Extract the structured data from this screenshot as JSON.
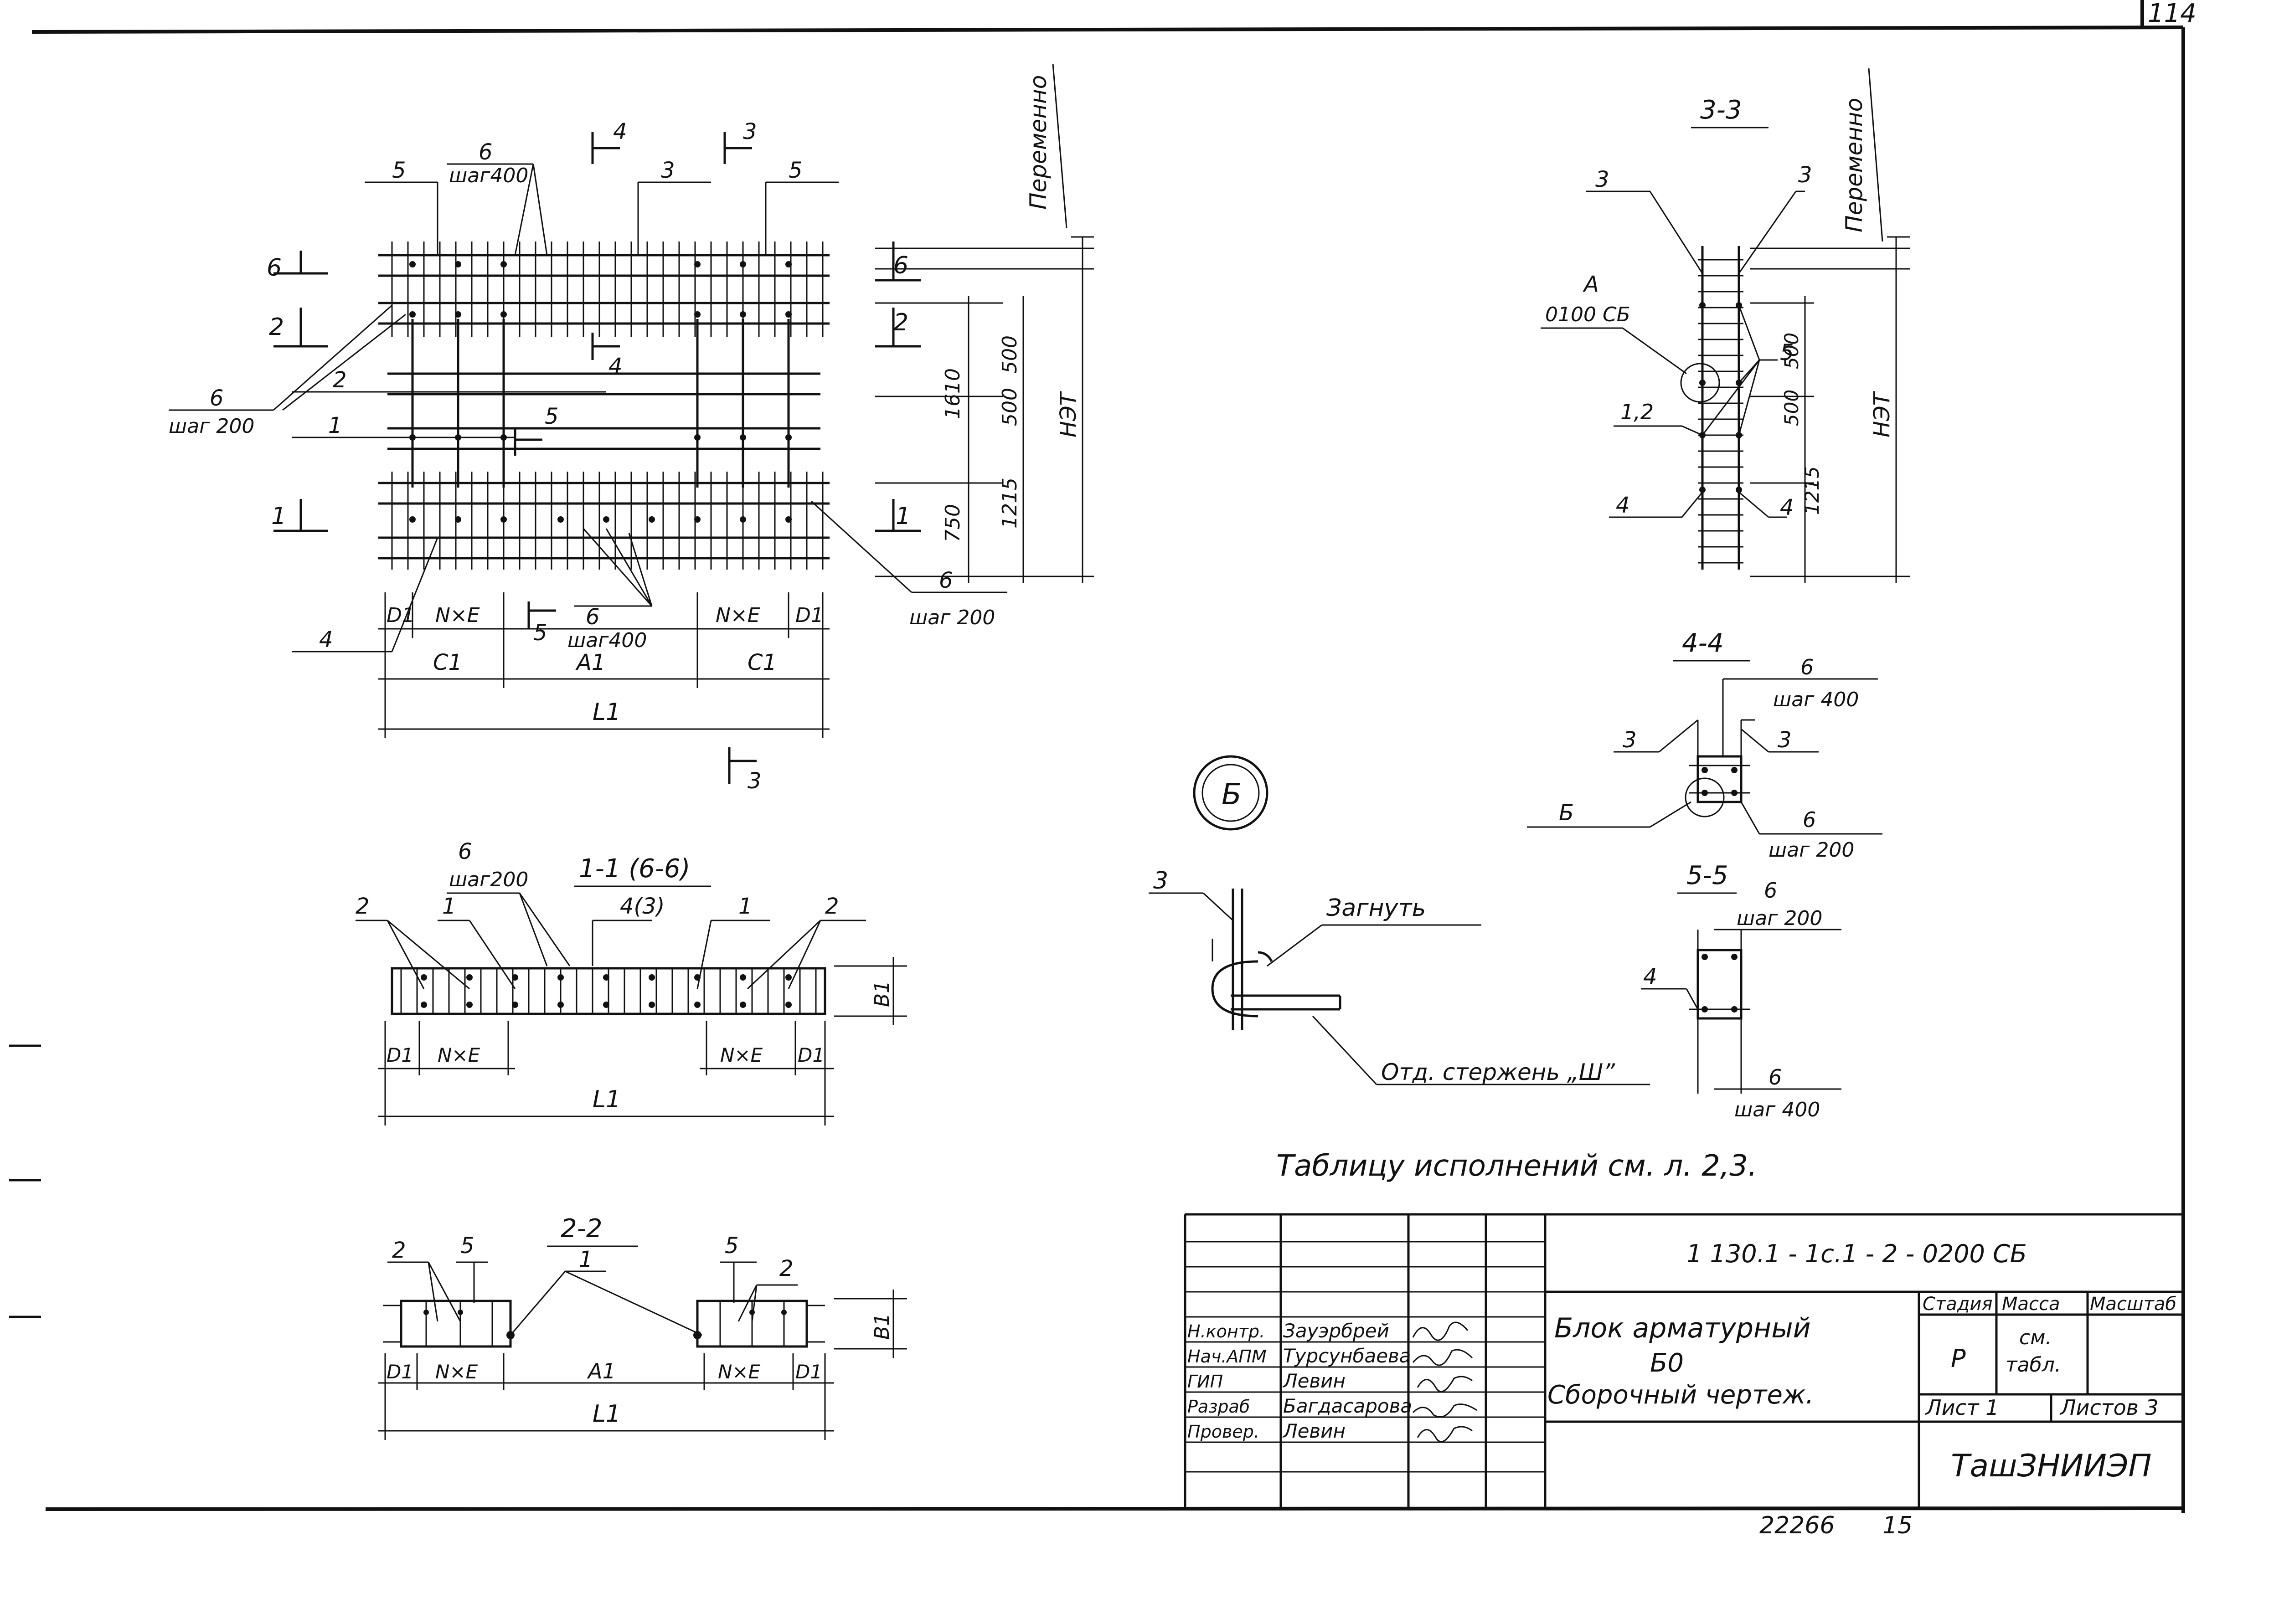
{
  "sheet": {
    "corner_number": "114",
    "footer_number": "22266",
    "footer_sheet": "15"
  },
  "plan_view": {
    "dims": {
      "d1": "D1",
      "nxe": "N×E",
      "c1": "C1",
      "a1": "A1",
      "l1": "L1"
    },
    "dim_right": {
      "v1610": "1610",
      "v750": "750",
      "v500a": "500",
      "v500b": "500",
      "v1215": "1215",
      "net": "НЭТ",
      "variable": "Переменно"
    },
    "callouts": {
      "c5a": "5",
      "c6top": "6",
      "c6top_step": "шаг400",
      "c3top": "3",
      "c5b": "5",
      "c6left": "6",
      "c6left_step": "шаг 200",
      "c2": "2",
      "c1": "1",
      "c4": "4",
      "c6mid": "6",
      "c6mid_step": "шаг400",
      "c6right": "6",
      "c6right_step": "шаг 200"
    },
    "section_marks": {
      "s4top": "4",
      "s3top": "3",
      "s6left": "6",
      "s2left": "2",
      "s4mid": "4",
      "s5mid": "5",
      "s1left": "1",
      "s5low": "5",
      "s3bottom": "3",
      "s6right": "6",
      "s2right": "2",
      "s1right": "1"
    }
  },
  "section_1_1": {
    "title": "1-1 (6-6)",
    "c6": "6",
    "c6_step": "шаг200",
    "c2a": "2",
    "c1a": "1",
    "c43": "4(3)",
    "c1b": "1",
    "c2b": "2",
    "b1": "B1",
    "d1a": "D1",
    "nxe_a": "N×E",
    "nxe_b": "N×E",
    "d1b": "D1",
    "l1": "L1"
  },
  "section_2_2": {
    "title": "2-2",
    "c2a": "2",
    "c5a": "5",
    "c1": "1",
    "c5b": "5",
    "c2b": "2",
    "b1": "B1",
    "d1a": "D1",
    "nxe_a": "N×E",
    "a1": "A1",
    "nxe_b": "N×E",
    "d1b": "D1",
    "l1": "L1"
  },
  "section_3_3": {
    "title": "3-3",
    "variable": "Переменно",
    "c3a": "3",
    "c3b": "3",
    "nodeA": "А",
    "nodeA_ref": "0100 СБ",
    "c5": "5",
    "c12": "1,2",
    "c4a": "4",
    "c4b": "4",
    "v500a": "500",
    "v500b": "500",
    "v1215": "1215",
    "net": "НЭТ"
  },
  "section_4_4": {
    "title": "4-4",
    "c6top": "6",
    "c6top_step": "шаг 400",
    "c3a": "3",
    "c3b": "3",
    "nodeB": "Б",
    "c6bot": "6",
    "c6bot_step": "шаг 200"
  },
  "section_5_5": {
    "title": "5-5",
    "c6top": "6",
    "c6top_step": "шаг 200",
    "c4": "4",
    "c6bot": "6",
    "c6bot_step": "шаг 400"
  },
  "detail_b": {
    "title": "Б",
    "c3": "3",
    "bend": "Загнуть",
    "bar": "Отд. стержень „Ш”"
  },
  "note": "Таблицу исполнений см. л. 2,3.",
  "title_block": {
    "code": "1 130.1 - 1с.1 - 2 - 0200 СБ",
    "name_line1": "Блок арматурный",
    "name_line2": "Б0",
    "name_line3": "Сборочный чертеж.",
    "stage_header": "Стадия",
    "mass_header": "Масса",
    "scale_header": "Масштаб",
    "stage_value": "Р",
    "mass_value1": "см.",
    "mass_value2": "табл.",
    "sheet_label": "Лист 1",
    "sheets_label": "Листов 3",
    "org": "ТашЗНИИЭП",
    "roles": [
      {
        "role": "Н.контр.",
        "name": "Зауэрбрей"
      },
      {
        "role": "Нач.АПМ",
        "name": "Турсунбаева"
      },
      {
        "role": "ГИП",
        "name": "Левин"
      },
      {
        "role": "Разраб",
        "name": "Багдасарова"
      },
      {
        "role": "Провер.",
        "name": "Левин"
      }
    ]
  }
}
